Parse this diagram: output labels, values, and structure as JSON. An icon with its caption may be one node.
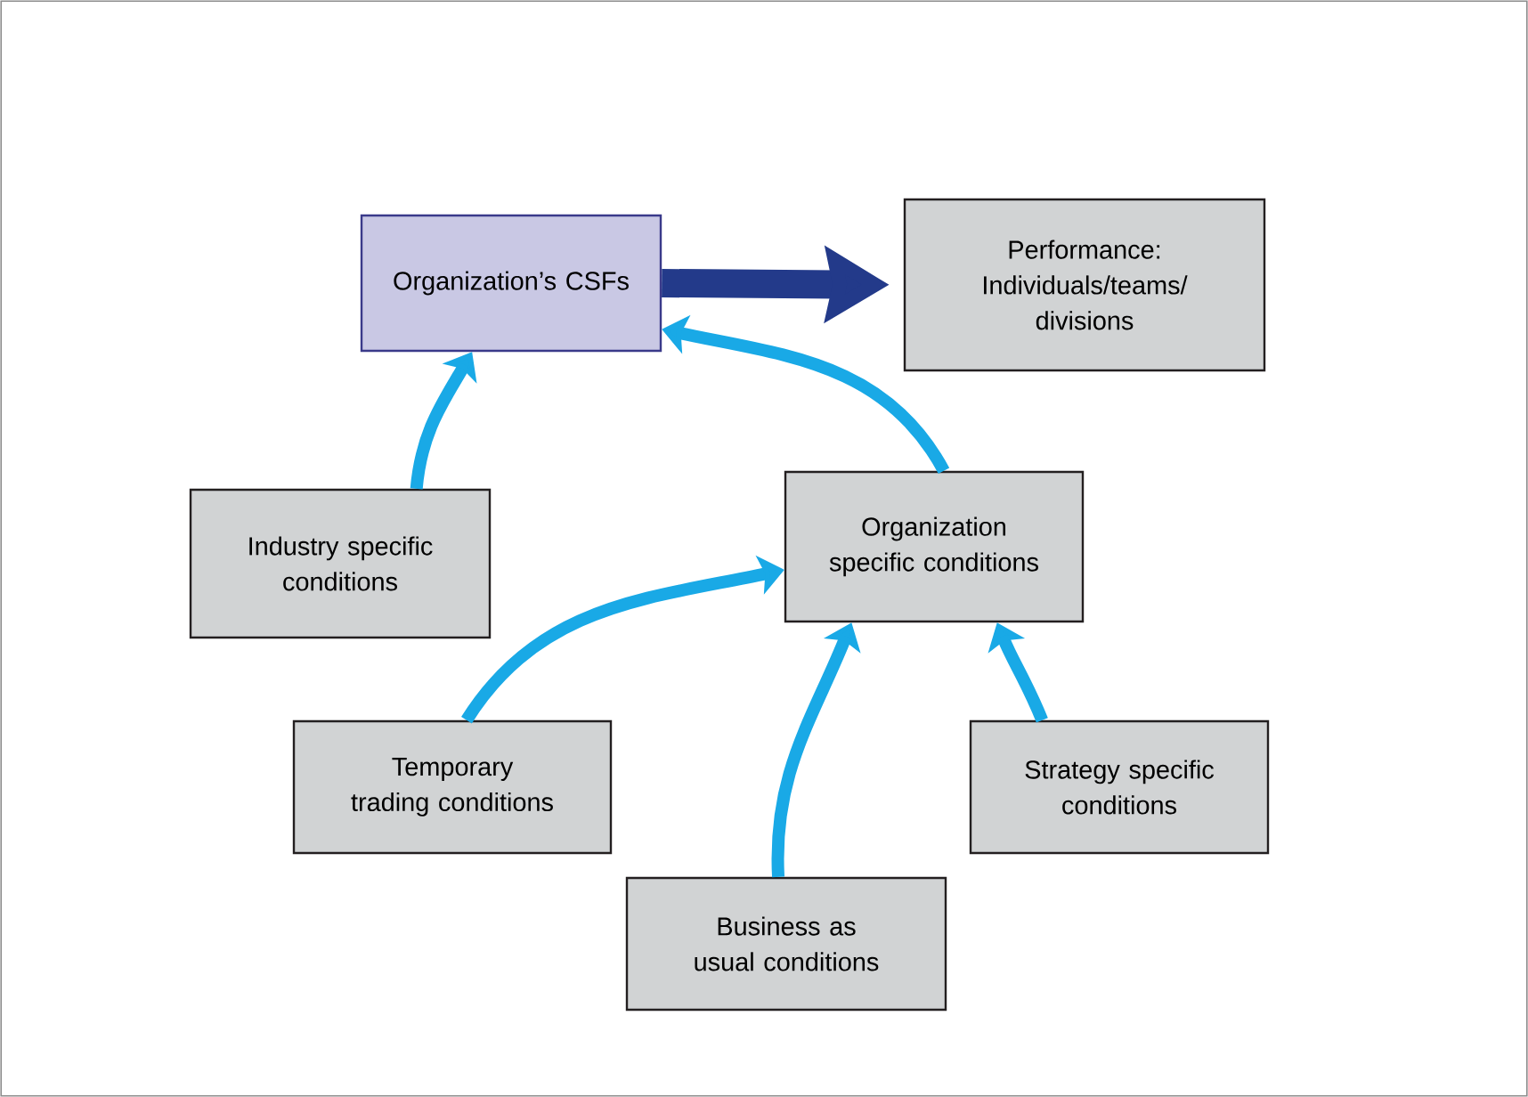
{
  "diagram": {
    "nodes": [
      {
        "text": [
          "Organization’s CSFs"
        ]
      },
      {
        "text": [
          "Performance: Individuals/teams/ divisions"
        ]
      },
      {
        "text": [
          "Industry specific conditions"
        ]
      },
      {
        "text": [
          "Organization specific conditions"
        ]
      },
      {
        "text": [
          "Temporary trading conditions"
        ]
      },
      {
        "text": [
          "Strategy specific conditions"
        ]
      },
      {
        "text": [
          "Business as usual conditions"
        ]
      }
    ],
    "edges": [
      {
        "from": 0,
        "to": 1,
        "arrow": "to",
        "style": "thick",
        "color": "#233a8a"
      },
      {
        "from": 2,
        "to": 0,
        "arrow": "to"
      },
      {
        "from": 3,
        "to": 0,
        "arrow": "to"
      },
      {
        "from": 4,
        "to": 3,
        "arrow": "to"
      },
      {
        "from": 6,
        "to": 3,
        "arrow": "to"
      },
      {
        "from": 5,
        "to": 3,
        "arrow": "to"
      }
    ]
  }
}
